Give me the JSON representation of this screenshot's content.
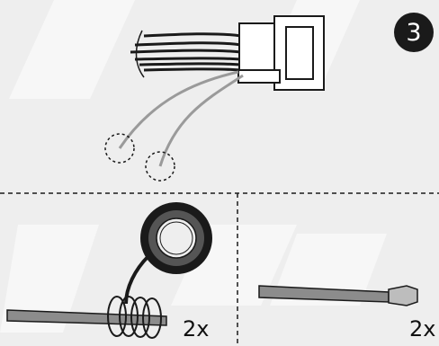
{
  "step": {
    "number": "3"
  },
  "panels": {
    "bottom_left": {
      "quantity": "2x"
    },
    "bottom_right": {
      "quantity": "2x"
    }
  },
  "colors": {
    "background": "#eeeeee",
    "line": "#1a1a1a",
    "wire_gray": "#9a9a9a",
    "cable_fill": "#8c8c8c"
  }
}
